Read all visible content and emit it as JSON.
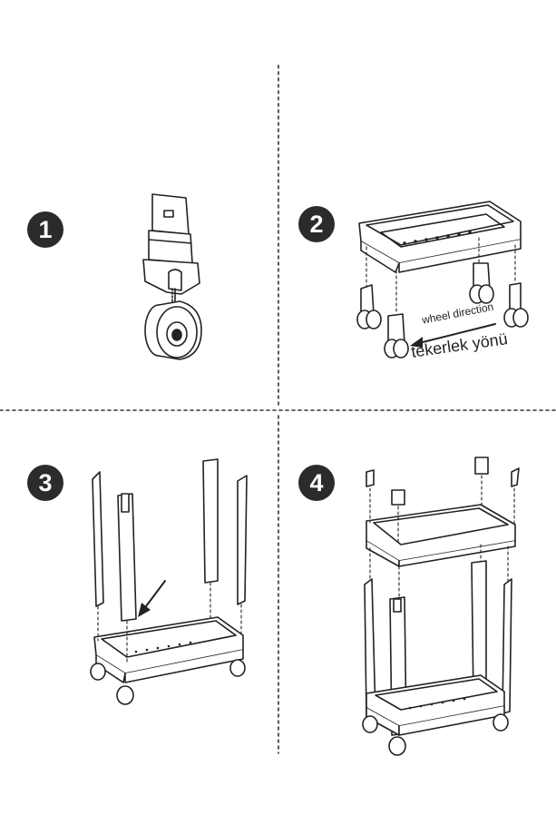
{
  "steps": [
    {
      "number": "1"
    },
    {
      "number": "2"
    },
    {
      "number": "3"
    },
    {
      "number": "4"
    }
  ],
  "step2": {
    "wheel_direction_en": "wheel direction",
    "wheel_direction_tr": "tekerlek yönü"
  },
  "colors": {
    "line": "#222222",
    "badge": "#2b2b2b"
  }
}
